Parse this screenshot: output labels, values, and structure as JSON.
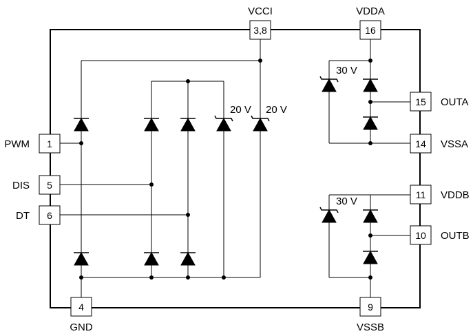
{
  "pins": {
    "vcci": {
      "number": "3,8",
      "label": "VCCI"
    },
    "vdda": {
      "number": "16",
      "label": "VDDA"
    },
    "outa": {
      "number": "15",
      "label": "OUTA"
    },
    "vssa": {
      "number": "14",
      "label": "VSSA"
    },
    "vddb": {
      "number": "11",
      "label": "VDDB"
    },
    "outb": {
      "number": "10",
      "label": "OUTB"
    },
    "vssb": {
      "number": "9",
      "label": "VSSB"
    },
    "pwm": {
      "number": "1",
      "label": "PWM"
    },
    "dis": {
      "number": "5",
      "label": "DIS"
    },
    "dt": {
      "number": "6",
      "label": "DT"
    },
    "gnd": {
      "number": "4",
      "label": "GND"
    }
  },
  "zener_labels": {
    "input_zener_1": "20 V",
    "input_zener_2": "20 V",
    "channel_a_zener": "30 V",
    "channel_b_zener": "30 V"
  }
}
